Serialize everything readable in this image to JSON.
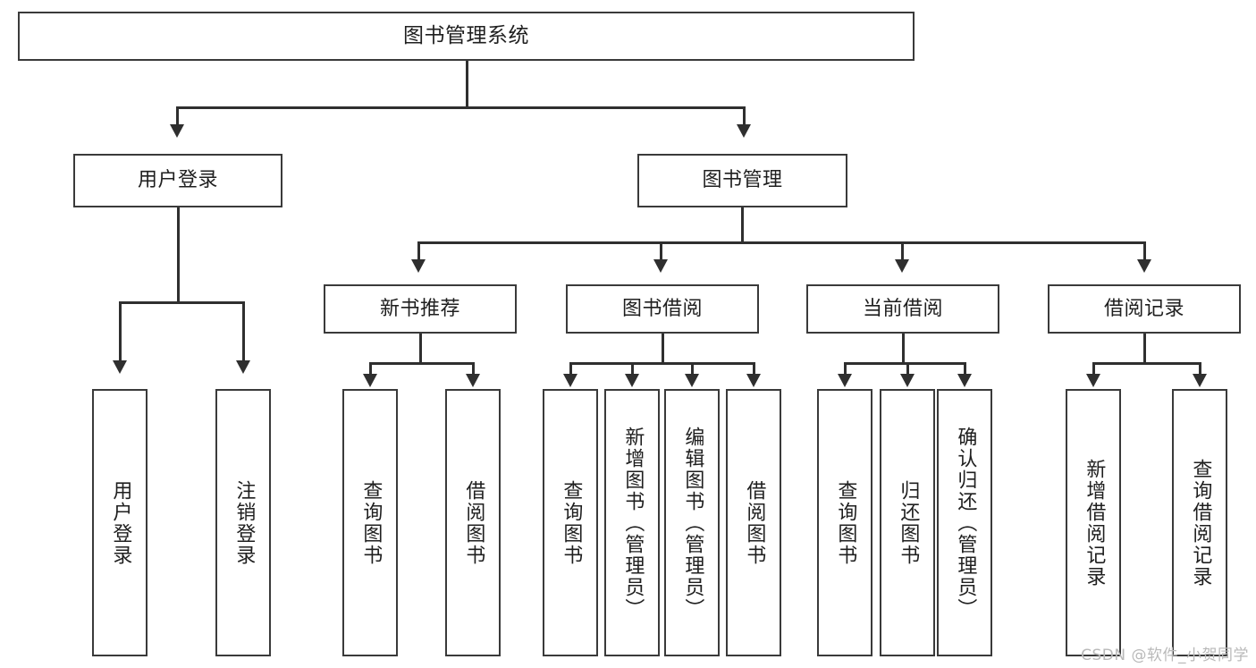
{
  "diagram": {
    "title": "图书管理系统",
    "watermark": "CSDN @软件_小贺同学",
    "root": {
      "label": "图书管理系统"
    },
    "level1": [
      {
        "label": "用户登录"
      },
      {
        "label": "图书管理"
      }
    ],
    "level2": [
      {
        "label": "新书推荐"
      },
      {
        "label": "图书借阅"
      },
      {
        "label": "当前借阅"
      },
      {
        "label": "借阅记录"
      }
    ],
    "leaves": {
      "user_login": [
        {
          "label": "用户登录"
        },
        {
          "label": "注销登录"
        }
      ],
      "new_book": [
        {
          "label": "查询图书"
        },
        {
          "label": "借阅图书"
        }
      ],
      "book_borrow": [
        {
          "label": "查询图书"
        },
        {
          "label": "新增图书（管理员）"
        },
        {
          "label": "编辑图书（管理员）"
        },
        {
          "label": "借阅图书"
        }
      ],
      "current_borrow": [
        {
          "label": "查询图书"
        },
        {
          "label": "归还图书"
        },
        {
          "label": "确认归还（管理员）"
        }
      ],
      "borrow_record": [
        {
          "label": "新增借阅记录"
        },
        {
          "label": "查询借阅记录"
        }
      ]
    },
    "colors": {
      "stroke": "#3a3a3a",
      "text": "#1f1f1f",
      "background": "#ffffff",
      "watermark": "#b9b9b9"
    }
  }
}
